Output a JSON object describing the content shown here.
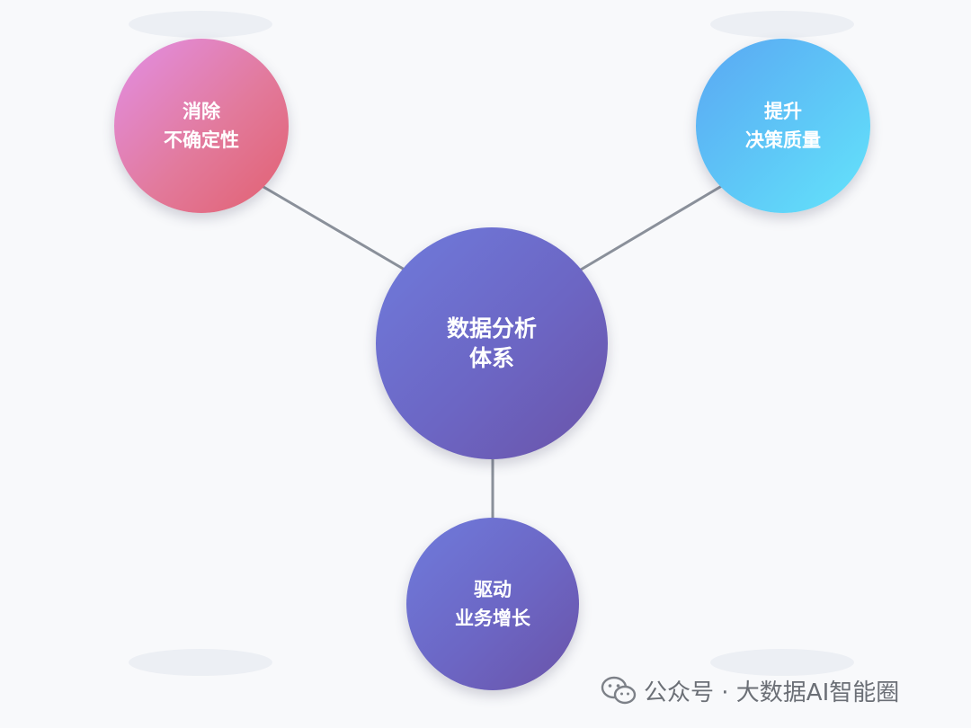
{
  "nodes": {
    "center": {
      "line1": "数据分析",
      "line2": "体系"
    },
    "top_left": {
      "line1": "消除",
      "line2": "不确定性",
      "gradient": [
        "#e28fe6",
        "#e26070"
      ]
    },
    "top_right": {
      "line1": "提升",
      "line2": "决策质量",
      "gradient": [
        "#5aa7f3",
        "#64e4fb"
      ]
    },
    "bottom": {
      "line1": "驱动",
      "line2": "业务增长",
      "gradient": [
        "#6f7bdc",
        "#6a53a8"
      ]
    }
  },
  "colors": {
    "connector": "#8a909a",
    "background": "#f8f9fb"
  },
  "watermark": {
    "icon": "wechat-icon",
    "text": "公众号 · 大数据AI智能圈"
  }
}
